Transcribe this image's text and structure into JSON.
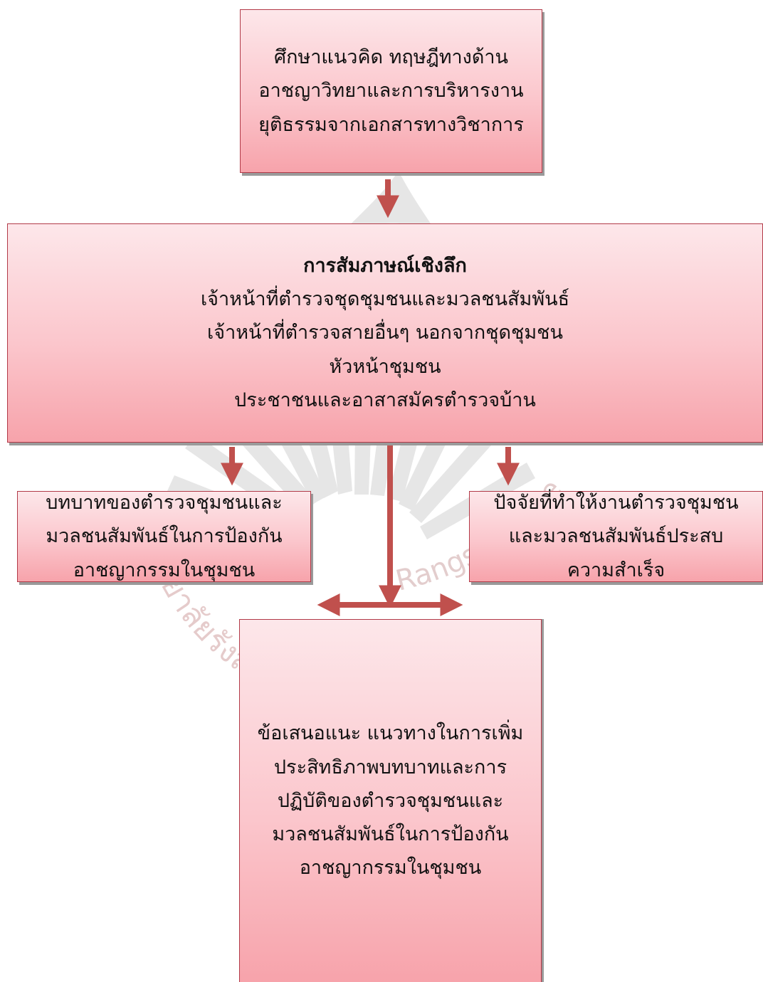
{
  "watermark": {
    "thai": "มหาวิทยาลัยรังสิต",
    "english": "Rangsit University"
  },
  "box1": {
    "lines": [
      "ศึกษาแนวคิด ทฤษฎีทางด้าน",
      "อาชญาวิทยาและการบริหารงาน",
      "ยุติธรรมจากเอกสารทางวิชาการ"
    ]
  },
  "box2": {
    "heading": "การสัมภาษณ์เชิงลึก",
    "lines": [
      "เจ้าหน้าที่ตำรวจชุดชุมชนและมวลชนสัมพันธ์",
      "เจ้าหน้าที่ตำรวจสายอื่นๆ นอกจากชุดชุมชน",
      "หัวหน้าชุมชน",
      "ประชาชนและอาสาสมัครตำรวจบ้าน"
    ]
  },
  "box3": {
    "lines": [
      "บทบาทของตำรวจชุมชนและ",
      "มวลชนสัมพันธ์ในการป้องกัน",
      "อาชญากรรมในชุมชน"
    ]
  },
  "box4": {
    "lines": [
      "ปัจจัยที่ทำให้งานตำรวจชุมชน",
      "และมวลชนสัมพันธ์ประสบ",
      "ความสำเร็จ"
    ]
  },
  "box5": {
    "lines": [
      "ข้อเสนอแนะ แนวทางในการเพิ่ม",
      "ประสิทธิภาพบทบาทและการ",
      "ปฏิบัติของตำรวจชุมชนและ",
      "มวลชนสัมพันธ์ในการป้องกัน",
      "อาชญากรรมในชุมชน"
    ]
  },
  "colors": {
    "arrow": "#c0504d",
    "box_border": "#b23a48",
    "box_fill_top": "#fde7ea",
    "box_fill_bottom": "#f7a3ab",
    "watermark": "#d9d9d9"
  }
}
